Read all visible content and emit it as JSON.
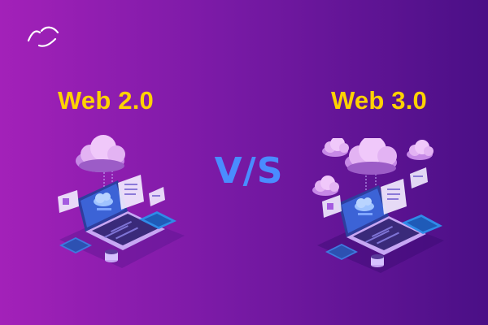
{
  "left_title": "Web 2.0",
  "right_title": "Web 3.0",
  "vs_label": "V/S",
  "colors": {
    "title_text": "#ffd200",
    "vs_text": "#4a8cff",
    "background_left": "#a321b9",
    "background_right": "#4a0f86"
  },
  "icons": {
    "logo": "swoosh-logo-icon",
    "left_illustration": "cloud-laptop-devices-icon",
    "right_illustration": "multi-cloud-laptop-devices-icon"
  }
}
